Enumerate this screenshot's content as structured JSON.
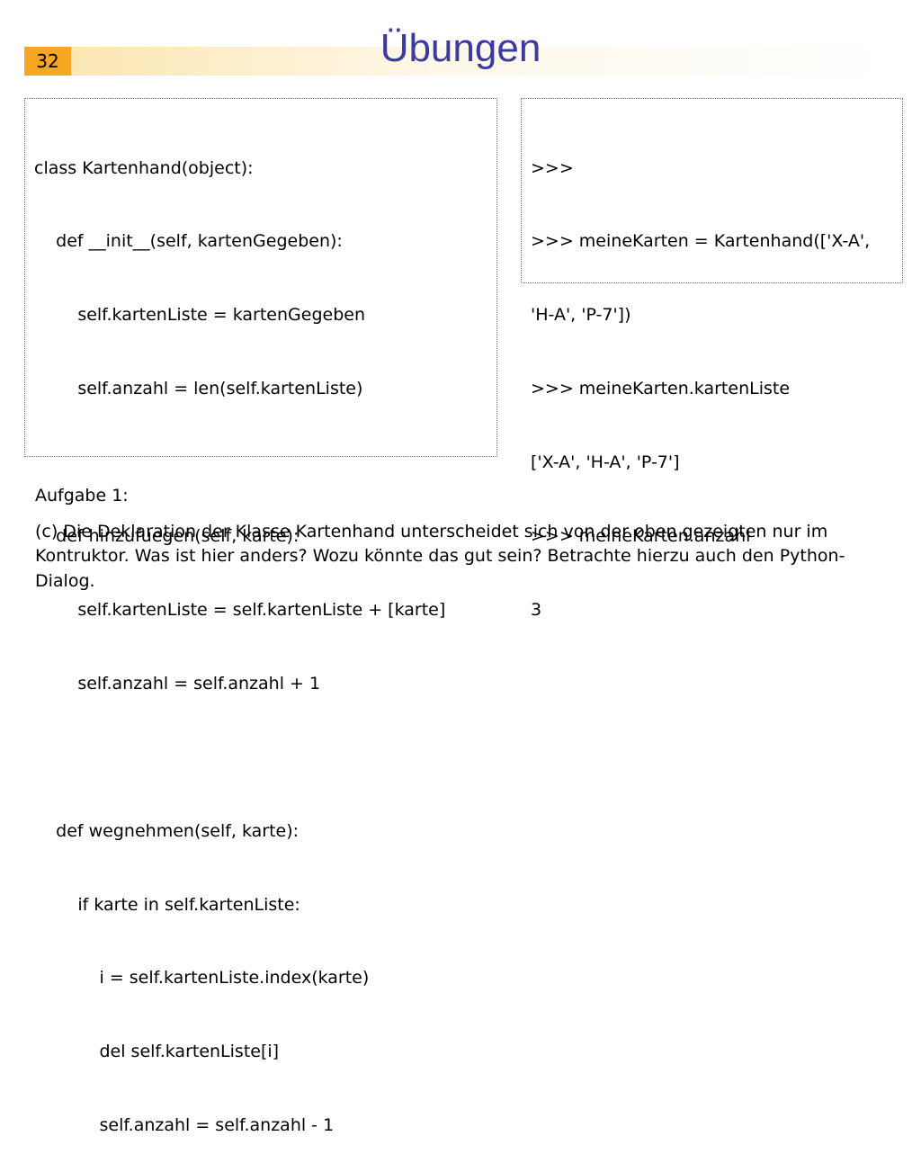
{
  "slide": {
    "number": "32",
    "title": "Übungen"
  },
  "code_left": [
    "class Kartenhand(object):",
    "    def __init__(self, kartenGegeben):",
    "        self.kartenListe = kartenGegeben",
    "        self.anzahl = len(self.kartenListe)",
    "",
    "    def hinzufuegen(self, karte):",
    "        self.kartenListe = self.kartenListe + [karte]",
    "        self.anzahl = self.anzahl + 1",
    "",
    "    def wegnehmen(self, karte):",
    "        if karte in self.kartenListe:",
    "            i = self.kartenListe.index(karte)",
    "            del self.kartenListe[i]",
    "            self.anzahl = self.anzahl - 1"
  ],
  "code_right": [
    ">>>",
    ">>> meineKarten = Kartenhand(['X-A',",
    "'H-A', 'P-7'])",
    ">>> meineKarten.kartenListe",
    "['X-A', 'H-A', 'P-7']",
    ">>> meineKarten.anzahl",
    "3"
  ],
  "task": {
    "heading": "Aufgabe 1:",
    "text": "(c) Die Deklaration der Klasse Kartenhand unterscheidet sich von der oben gezeigten nur im Kontruktor. Was ist hier anders? Wozu könnte das gut sein? Betrachte hierzu auch den Python-Dialog."
  }
}
